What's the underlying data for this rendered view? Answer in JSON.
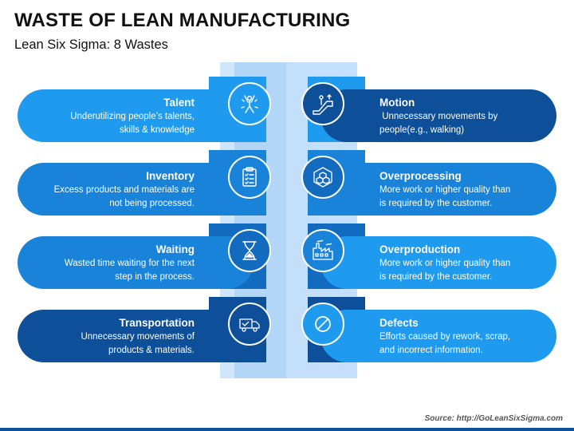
{
  "header": {
    "title": "WASTE OF LEAN MANUFACTURING",
    "subtitle": "Lean Six Sigma: 8 Wastes"
  },
  "left": [
    {
      "title": "Talent",
      "desc1": "Underutilizing people’s talents,",
      "desc2": "skills & knowledge",
      "icon": "talent-icon"
    },
    {
      "title": "Inventory",
      "desc1": "Excess products and materials are",
      "desc2": "not being processed.",
      "icon": "clipboard-icon"
    },
    {
      "title": "Waiting",
      "desc1": "Wasted time waiting for the next",
      "desc2": "step in the process.",
      "icon": "hourglass-icon"
    },
    {
      "title": "Transportation",
      "desc1": "Unnecessary movements of",
      "desc2": "products & materials.",
      "icon": "truck-icon"
    }
  ],
  "right": [
    {
      "title": "Motion",
      "desc1": " Unnecessary movements by",
      "desc2": "people(e.g., walking)",
      "icon": "escalator-icon"
    },
    {
      "title": "Overprocessing",
      "desc1": "More work or higher quality than",
      "desc2": "is required by the customer.",
      "icon": "cubes-icon"
    },
    {
      "title": "Overproduction",
      "desc1": "More work or higher quality than",
      "desc2": "is required by the customer.",
      "icon": "factory-icon"
    },
    {
      "title": "Defects",
      "desc1": "Efforts caused by rework, scrap,",
      "desc2": "and incorrect information.",
      "icon": "no-entry-icon"
    }
  ],
  "footer": {
    "source": "Source: http://GoLeanSixSigma.com"
  },
  "colors": {
    "row1": "#1e9bef",
    "row2": "#1883d8",
    "row3": "#136bc0",
    "row4": "#0d4f98",
    "band": "#b3d6f7"
  }
}
